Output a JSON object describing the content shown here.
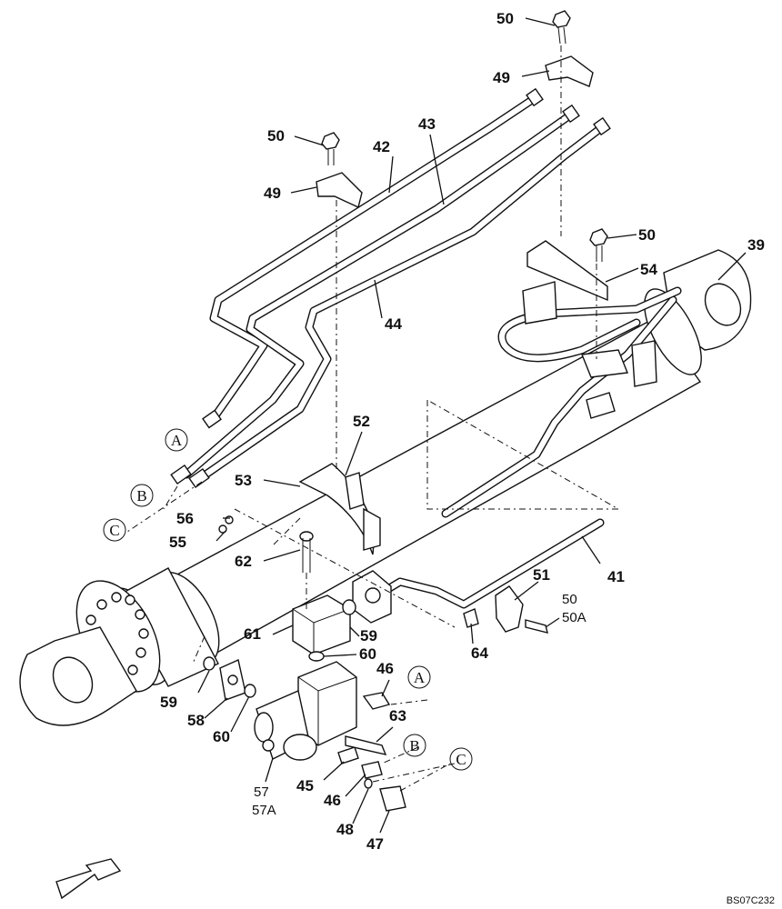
{
  "drawing_code": "BS07C232",
  "callouts": [
    "50",
    "49",
    "50",
    "49",
    "42",
    "43",
    "44",
    "50",
    "54",
    "39",
    "52",
    "53",
    "56",
    "55",
    "62",
    "51",
    "50",
    "50A",
    "41",
    "61",
    "59",
    "60",
    "64",
    "46",
    "59",
    "58",
    "60",
    "63",
    "45",
    "46",
    "57",
    "57A",
    "48",
    "47"
  ],
  "connectors": [
    "A",
    "B",
    "C",
    "A",
    "B",
    "C"
  ]
}
